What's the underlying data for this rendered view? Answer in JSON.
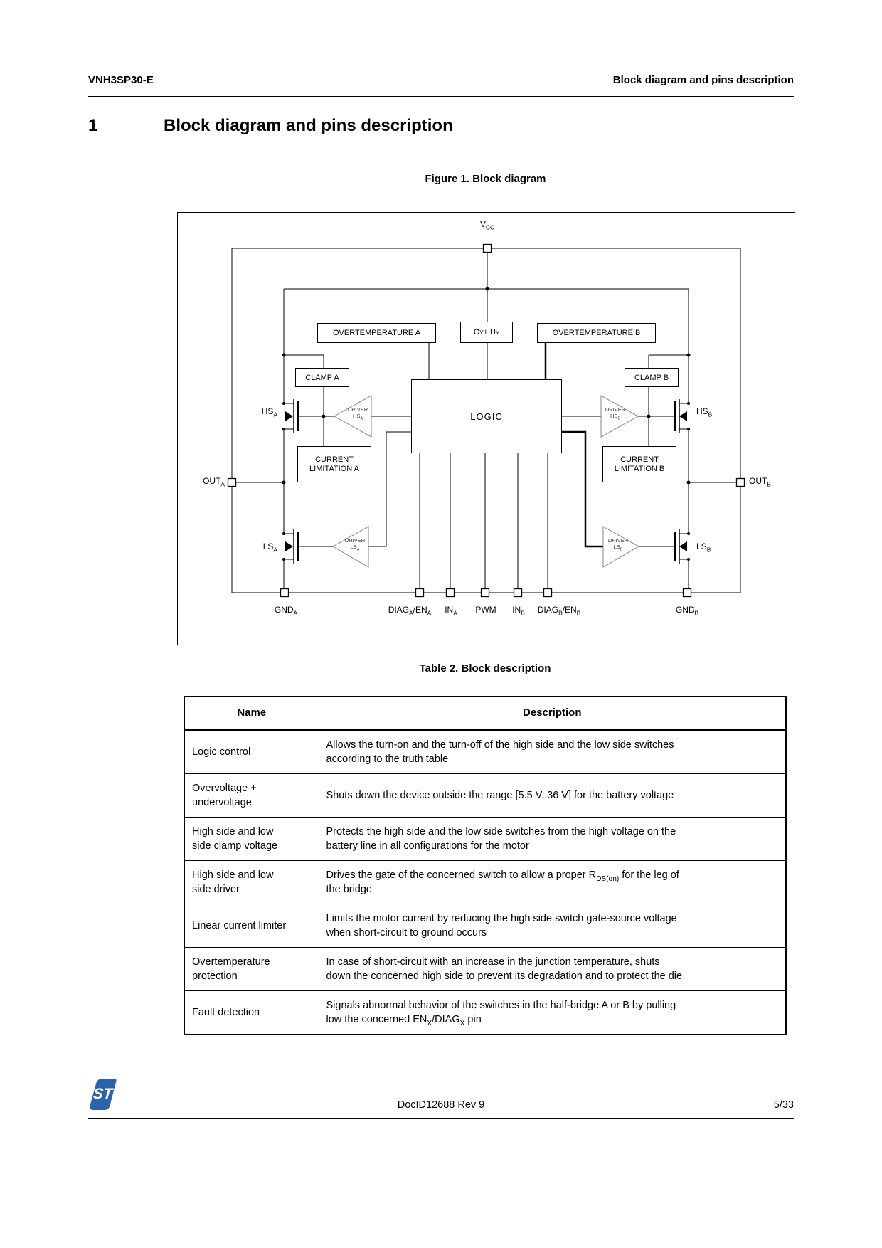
{
  "page": {
    "header_left": "VNH3SP30-E",
    "header_right": "Block diagram and pins description",
    "section_number": "1",
    "section_title": "Block diagram and pins description",
    "footer_doc": "DocID12688 Rev 9",
    "footer_page": "5/33",
    "logo_text": "ST",
    "logo_color": "#2b62ae"
  },
  "figure": {
    "title": "Figure 1. Block diagram",
    "labels": {
      "vcc": "V~CC~",
      "out_a": "OUT~A~",
      "out_b": "OUT~B~",
      "hs_a": "HS~A~",
      "ls_a": "LS~A~",
      "hs_b": "HS~B~",
      "ls_b": "LS~B~",
      "gnd_a": "GND~A~",
      "diag_a": "DIAG~A~/EN~A~",
      "in_a": "IN~A~",
      "pwm": "PWM",
      "in_b": "IN~B~",
      "diag_b": "DIAG~B~/EN~B~",
      "gnd_b": "GND~B~"
    },
    "boxes": {
      "overtemp_a": "OVERTEMPERATURE A",
      "ov_uv": "O~V~ + U~V~",
      "overtemp_b": "OVERTEMPERATURE B",
      "clamp_a": "CLAMP A",
      "clamp_b": "CLAMP B",
      "logic": "LOGIC",
      "curr_lim_a_1": "CURRENT",
      "curr_lim_a_2": "LIMITATION A",
      "curr_lim_b_1": "CURRENT",
      "curr_lim_b_2": "LIMITATION B"
    },
    "drivers": [
      {
        "l1": "DRIVER",
        "l2": "HS~A~"
      },
      {
        "l1": "DRIVER",
        "l2": "LS~A~"
      },
      {
        "l1": "DRIVER",
        "l2": "HS~B~"
      },
      {
        "l1": "DRIVER",
        "l2": "LS~B~"
      }
    ]
  },
  "table": {
    "title": "Table 2. Block description",
    "headers": [
      "Name",
      "Description"
    ],
    "rows": [
      {
        "name1": "Logic control",
        "name2": "",
        "desc1": "Allows the turn-on and the turn-off of the high side and the low side switches",
        "desc2": "according to the truth table"
      },
      {
        "name1": "Overvoltage +",
        "name2": "undervoltage",
        "desc1": "Shuts down the device outside the range [5.5 V..36 V] for the battery voltage",
        "desc2": ""
      },
      {
        "name1": "High side and low",
        "name2": "side clamp voltage",
        "desc1": "Protects the high side and the low side switches from the high voltage on the",
        "desc2": "battery line in all configurations for the motor"
      },
      {
        "name1": "High side and low",
        "name2": "side driver",
        "desc1": "Drives the gate of the concerned switch to allow a proper R~DS(on)~ for the leg of",
        "desc2": "the bridge"
      },
      {
        "name1": "Linear current limiter",
        "name2": "",
        "desc1": "Limits the motor current by reducing the high side switch gate-source voltage",
        "desc2": "when short-circuit to ground occurs"
      },
      {
        "name1": "Overtemperature",
        "name2": "protection",
        "desc1": "In case of short-circuit with an increase in the junction temperature, shuts",
        "desc2": "down the concerned high side to prevent its degradation and to protect the die"
      },
      {
        "name1": "Fault detection",
        "name2": "",
        "desc1": "Signals abnormal behavior of the switches in the half-bridge A or B by pulling",
        "desc2": "low the concerned EN~X~/DIAG~X~ pin"
      }
    ]
  }
}
